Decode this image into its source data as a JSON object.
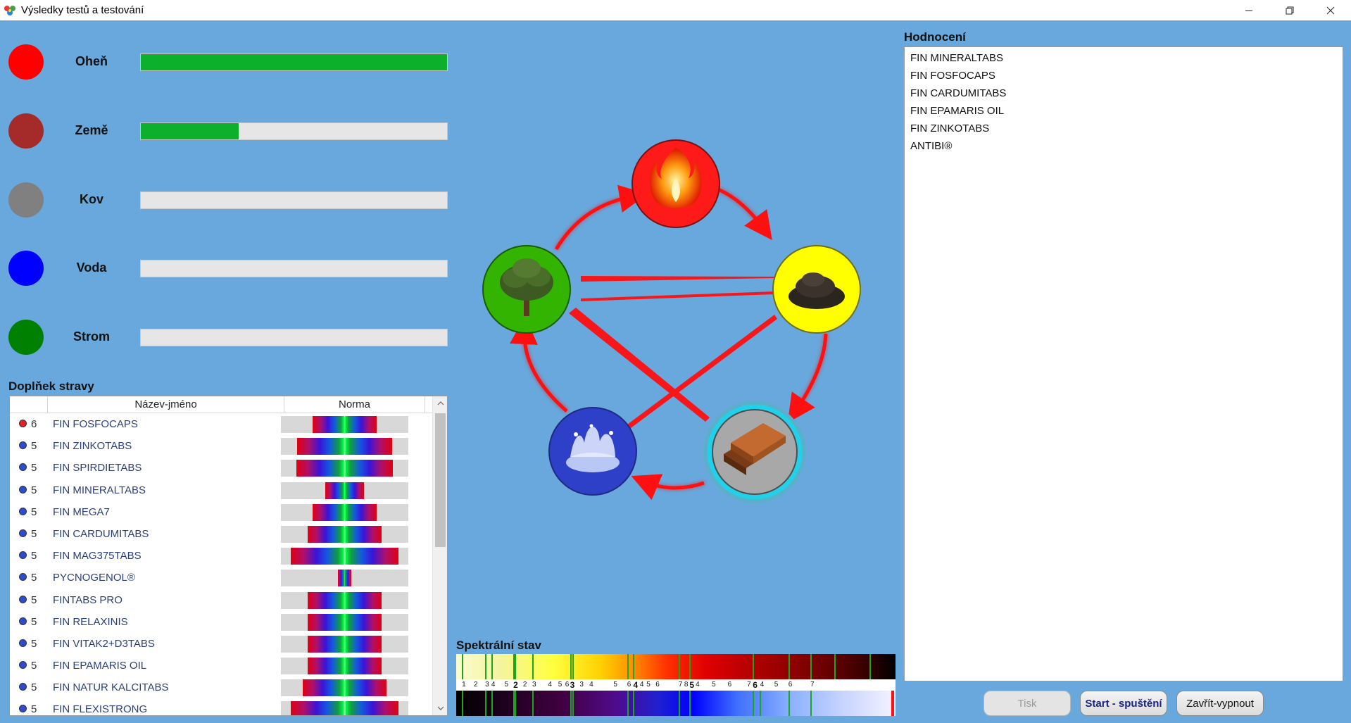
{
  "window": {
    "title": "Výsledky testů a testování",
    "controls": [
      "minimize-icon",
      "restore-icon",
      "close-icon"
    ]
  },
  "elements": [
    {
      "label": "Oheň",
      "color": "#ff0000",
      "level_percent": 100
    },
    {
      "label": "Země",
      "color": "#a52a2a",
      "level_percent": 32
    },
    {
      "label": "Kov",
      "color": "#808080",
      "level_percent": 0
    },
    {
      "label": "Voda",
      "color": "#0000ff",
      "level_percent": 0
    },
    {
      "label": "Strom",
      "color": "#008000",
      "level_percent": 0
    }
  ],
  "supplements": {
    "title": "Doplňek stravy",
    "columns": [
      "Název-jméno",
      "Norma"
    ],
    "rows": [
      {
        "dot_color": "#e0202a",
        "num": "6",
        "name": "FIN FOSFOCAPS",
        "spread": 0.5
      },
      {
        "dot_color": "#2c4bd0",
        "num": "5",
        "name": "FIN ZINKOTABS",
        "spread": 0.75
      },
      {
        "dot_color": "#2c4bd0",
        "num": "5",
        "name": "FIN SPIRDIETABS",
        "spread": 0.76
      },
      {
        "dot_color": "#2c4bd0",
        "num": "5",
        "name": "FIN MINERALTABS",
        "spread": 0.3
      },
      {
        "dot_color": "#2c4bd0",
        "num": "5",
        "name": "FIN MEGA7",
        "spread": 0.5
      },
      {
        "dot_color": "#2c4bd0",
        "num": "5",
        "name": "FIN CARDUMITABS",
        "spread": 0.58
      },
      {
        "dot_color": "#2c4bd0",
        "num": "5",
        "name": "FIN MAG375TABS",
        "spread": 0.84
      },
      {
        "dot_color": "#2c4bd0",
        "num": "5",
        "name": "PYCNOGENOL®",
        "spread": 0.1
      },
      {
        "dot_color": "#2c4bd0",
        "num": "5",
        "name": "FINTABS PRO",
        "spread": 0.58
      },
      {
        "dot_color": "#2c4bd0",
        "num": "5",
        "name": "FIN RELAXINIS",
        "spread": 0.58
      },
      {
        "dot_color": "#2c4bd0",
        "num": "5",
        "name": "FIN VITAK2+D3TABS",
        "spread": 0.58
      },
      {
        "dot_color": "#2c4bd0",
        "num": "5",
        "name": "FIN EPAMARIS OIL",
        "spread": 0.58
      },
      {
        "dot_color": "#2c4bd0",
        "num": "5",
        "name": "FIN NATUR KALCITABS",
        "spread": 0.66
      },
      {
        "dot_color": "#2c4bd0",
        "num": "5",
        "name": "FIN FLEXISTRONG",
        "spread": 0.84
      }
    ]
  },
  "diagram": {
    "nodes": [
      {
        "name": "fire",
        "color": "#ff1a1a",
        "icon": "fire-icon"
      },
      {
        "name": "earth",
        "color": "#ffff00",
        "icon": "soil-icon"
      },
      {
        "name": "metal",
        "color": "#a8a8a8",
        "icon": "metal-bars-icon",
        "selected": true
      },
      {
        "name": "water",
        "color": "#2e3fc8",
        "icon": "water-splash-icon"
      },
      {
        "name": "wood",
        "color": "#33b400",
        "icon": "tree-icon"
      }
    ],
    "cycle_color": "#ff1010"
  },
  "spectral": {
    "title": "Spektrální stav",
    "ticks": [
      {
        "t": "1",
        "x": 0.013
      },
      {
        "t": "2",
        "x": 0.04
      },
      {
        "t": "3",
        "x": 0.066
      },
      {
        "t": "4",
        "x": 0.08
      },
      {
        "t": "5",
        "x": 0.11
      },
      {
        "t": "2",
        "x": 0.13,
        "b": true
      },
      {
        "t": "2",
        "x": 0.152
      },
      {
        "t": "3",
        "x": 0.173
      },
      {
        "t": "4",
        "x": 0.209
      },
      {
        "t": "5",
        "x": 0.232
      },
      {
        "t": "6",
        "x": 0.248
      },
      {
        "t": "3",
        "x": 0.259,
        "b": true
      },
      {
        "t": "3",
        "x": 0.281
      },
      {
        "t": "4",
        "x": 0.303
      },
      {
        "t": "5",
        "x": 0.358
      },
      {
        "t": "6",
        "x": 0.389
      },
      {
        "t": "4",
        "x": 0.403,
        "b": true
      },
      {
        "t": "4",
        "x": 0.418
      },
      {
        "t": "5",
        "x": 0.433
      },
      {
        "t": "6",
        "x": 0.454
      },
      {
        "t": "7",
        "x": 0.506
      },
      {
        "t": "8",
        "x": 0.519
      },
      {
        "t": "5",
        "x": 0.531,
        "b": true
      },
      {
        "t": "4",
        "x": 0.545
      },
      {
        "t": "5",
        "x": 0.582
      },
      {
        "t": "6",
        "x": 0.618
      },
      {
        "t": "7",
        "x": 0.662
      },
      {
        "t": "6",
        "x": 0.675,
        "b": true
      },
      {
        "t": "4",
        "x": 0.692
      },
      {
        "t": "5",
        "x": 0.724
      },
      {
        "t": "6",
        "x": 0.756
      },
      {
        "t": "7",
        "x": 0.806
      }
    ],
    "top_lines": [
      0.013,
      0.066,
      0.08,
      0.13,
      0.133,
      0.173,
      0.259,
      0.264,
      0.389,
      0.403,
      0.506,
      0.531,
      0.675,
      0.756,
      0.806,
      0.86,
      0.94
    ],
    "bottom_lines": [
      0.013,
      0.066,
      0.08,
      0.13,
      0.133,
      0.173,
      0.259,
      0.264,
      0.389,
      0.403,
      0.506,
      0.531,
      0.675,
      0.69,
      0.756,
      0.806
    ]
  },
  "rating": {
    "title": "Hodnocení",
    "items": [
      "FIN MINERALTABS",
      "FIN FOSFOCAPS",
      "FIN CARDUMITABS",
      "FIN EPAMARIS OIL",
      "FIN ZINKOTABS",
      "ANTIBI®"
    ]
  },
  "buttons": {
    "print": "Tisk",
    "start": "Start - spuštění",
    "close": "Zavřít-vypnout"
  }
}
